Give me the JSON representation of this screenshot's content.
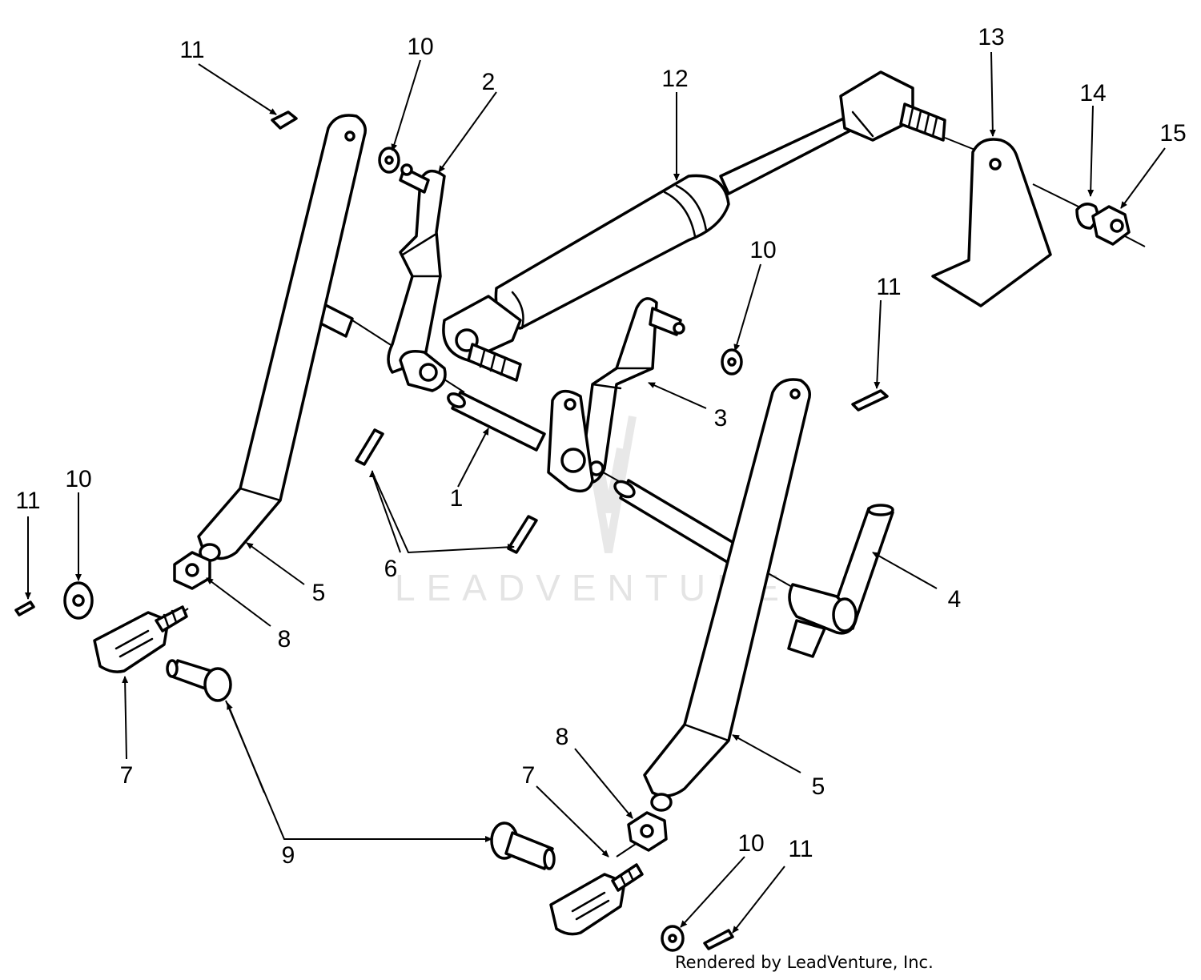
{
  "callouts": {
    "c1": "1",
    "c2": "2",
    "c3": "3",
    "c4": "4",
    "c5a": "5",
    "c5b": "5",
    "c6": "6",
    "c7a": "7",
    "c7b": "7",
    "c8a": "8",
    "c8b": "8",
    "c9": "9",
    "c10a": "10",
    "c10b": "10",
    "c10c": "10",
    "c10d": "10",
    "c11a": "11",
    "c11b": "11",
    "c11c": "11",
    "c11d": "11",
    "c12": "12",
    "c13": "13",
    "c14": "14",
    "c15": "15"
  },
  "watermark": "LEADVENTURE",
  "credit": "Rendered by LeadVenture, Inc."
}
